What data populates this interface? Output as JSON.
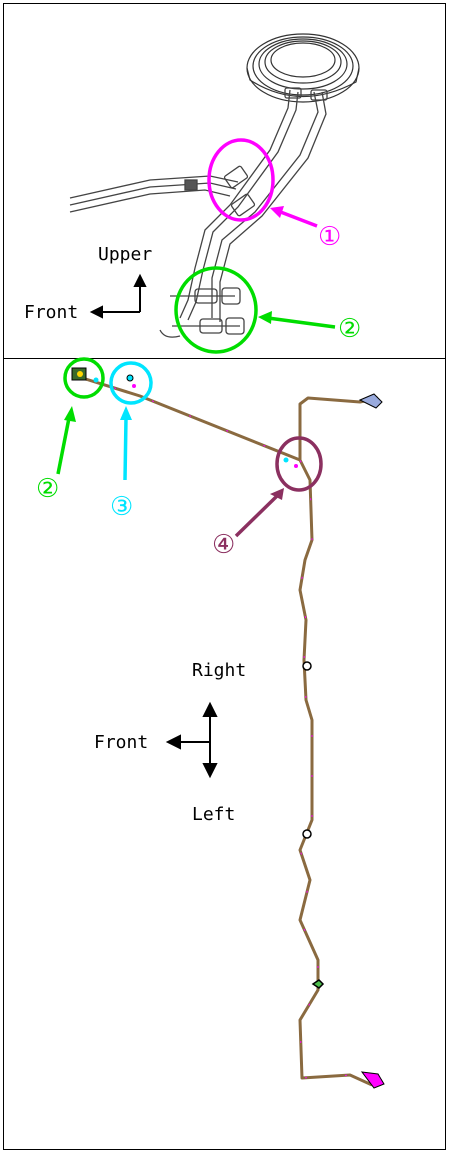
{
  "top_panel": {
    "direction_labels": {
      "upper": "Upper",
      "front": "Front"
    },
    "callouts": [
      {
        "id": "1",
        "symbol": "①",
        "color": "#ff00ff"
      },
      {
        "id": "2",
        "symbol": "②",
        "color": "#00dd00"
      }
    ]
  },
  "bottom_panel": {
    "direction_labels": {
      "right": "Right",
      "front": "Front",
      "left": "Left"
    },
    "callouts": [
      {
        "id": "2",
        "symbol": "②",
        "color": "#00dd00"
      },
      {
        "id": "3",
        "symbol": "③",
        "color": "#00e5ff"
      },
      {
        "id": "4",
        "symbol": "④",
        "color": "#8b3060"
      }
    ]
  },
  "colors": {
    "pipe": "#8a6a40",
    "magenta_clip": "#ff00ff",
    "border": "#000000"
  }
}
